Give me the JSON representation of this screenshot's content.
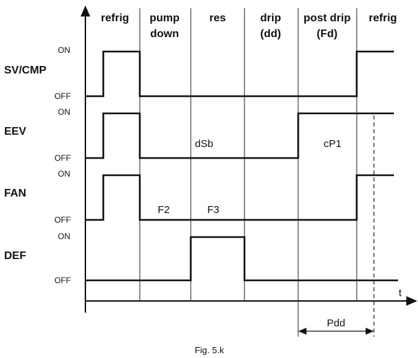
{
  "phases": {
    "refrig1": "refrig",
    "pump_line1": "pump",
    "pump_line2": "down",
    "res": "res",
    "drip_line1": "drip",
    "drip_line2": "(dd)",
    "post_line1": "post drip",
    "post_line2": "(Fd)",
    "refrig2": "refrig"
  },
  "signals": {
    "sv": {
      "label": "SV/CMP",
      "on": "ON",
      "off": "OFF"
    },
    "eev": {
      "label": "EEV",
      "on": "ON",
      "off": "OFF"
    },
    "fan": {
      "label": "FAN",
      "on": "ON",
      "off": "OFF"
    },
    "def": {
      "label": "DEF",
      "on": "ON",
      "off": "OFF"
    }
  },
  "annotations": {
    "dsb": "dSb",
    "cp1": "cP1",
    "f2": "F2",
    "f3": "F3",
    "pdd": "Pdd"
  },
  "axis": {
    "time_label": "t"
  },
  "caption": "Fig. 5.k"
}
